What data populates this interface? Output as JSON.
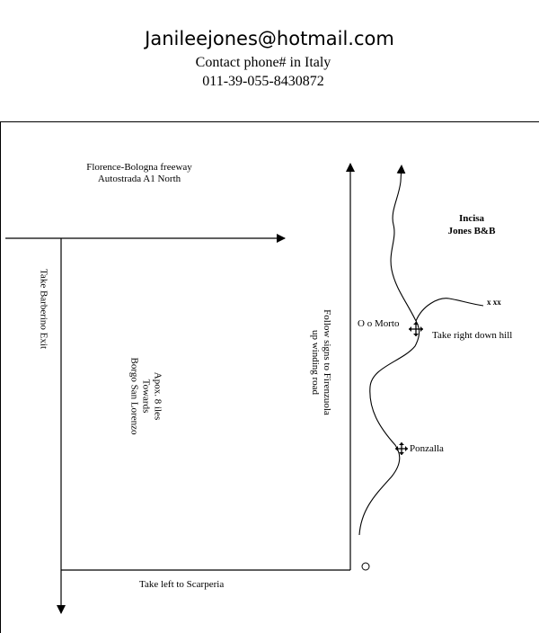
{
  "header": {
    "email": "Janileejones@hotmail.com",
    "contact_label": "Contact  phone# in Italy",
    "phone": "011-39-055-8430872"
  },
  "labels": {
    "freeway_line1": "Florence-Bologna freeway",
    "freeway_line2": "Autostrada A1 North",
    "barberino": "Take Barberino Exit",
    "approx_line1": "Apox. 8   iles",
    "approx_line2": "Towards",
    "approx_line3": "Borgo San Lorenzo",
    "firenzuola_line1": "Follow signs to Firenzuola",
    "firenzuola_line2": "up winding road",
    "scarperia": "Take left to Scarperia",
    "destination_line1": "Incisa",
    "destination_line2": "Jones B&B",
    "xx": "x  xx",
    "morto": "O    o Morto",
    "right_down_hill": "Take right down hill",
    "ponzalla": "Ponzalla"
  },
  "colors": {
    "ink": "#000000",
    "paper": "#ffffff"
  }
}
